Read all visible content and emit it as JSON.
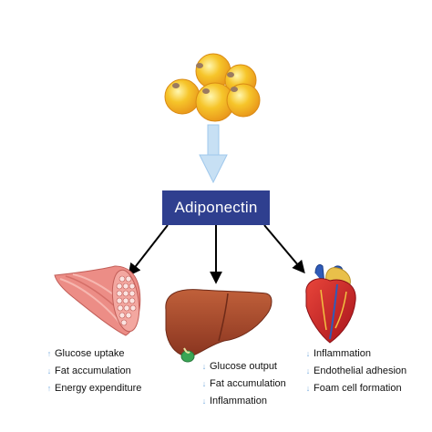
{
  "hub_label": "Adiponectin",
  "colors": {
    "hub_fill": "#2f3f8f",
    "hub_text": "#ffffff",
    "fat_cell": "#f4b81e",
    "muscle": "#e8847c",
    "liver": "#a3482c",
    "heart": "#d3262b",
    "arrow": "#000000",
    "source_arrow": "#9fc8ec",
    "indicator": "#7fb0e0"
  },
  "icons": {
    "source": "fat-cells-icon",
    "muscle": "muscle-icon",
    "liver": "liver-icon",
    "heart": "heart-icon",
    "increase": "arrow-up",
    "decrease": "arrow-down"
  },
  "targets": {
    "muscle": {
      "effects": [
        {
          "direction": "up",
          "glyph": "↑",
          "text": "Glucose uptake"
        },
        {
          "direction": "down",
          "glyph": "↓",
          "text": "Fat accumulation"
        },
        {
          "direction": "up",
          "glyph": "↑",
          "text": "Energy expenditure"
        }
      ]
    },
    "liver": {
      "effects": [
        {
          "direction": "down",
          "glyph": "↓",
          "text": "Glucose output"
        },
        {
          "direction": "down",
          "glyph": "↓",
          "text": "Fat accumulation"
        },
        {
          "direction": "down",
          "glyph": "↓",
          "text": "Inflammation"
        }
      ]
    },
    "heart": {
      "effects": [
        {
          "direction": "down",
          "glyph": "↓",
          "text": "Inflammation"
        },
        {
          "direction": "down",
          "glyph": "↓",
          "text": "Endothelial adhesion"
        },
        {
          "direction": "down",
          "glyph": "↓",
          "text": "Foam cell formation"
        }
      ]
    }
  }
}
